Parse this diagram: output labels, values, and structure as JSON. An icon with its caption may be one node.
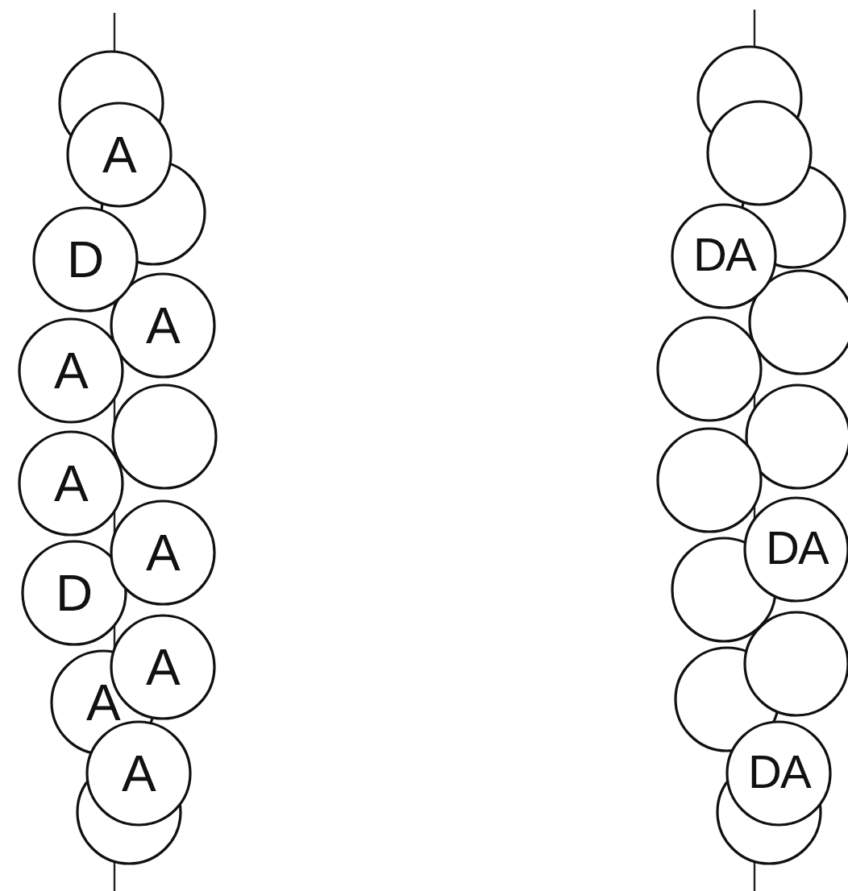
{
  "diagram": {
    "nodes": [
      {
        "text": [],
        "shape": "circle"
      },
      {
        "text": [
          "A"
        ]
      },
      {
        "text": [],
        "shape": "circle"
      },
      {
        "text": [
          "D"
        ]
      },
      {
        "text": [
          "A"
        ]
      },
      {
        "text": [
          "A"
        ]
      },
      {
        "text": [],
        "shape": "circle"
      },
      {
        "text": [
          "A"
        ]
      },
      {
        "text": [
          "A"
        ]
      },
      {
        "text": [
          "D"
        ]
      },
      {
        "text": [
          "A"
        ]
      },
      {
        "text": [
          "A"
        ]
      },
      {
        "text": [
          "A"
        ]
      },
      {
        "text": [],
        "shape": "circle"
      },
      {
        "text": [],
        "shape": "circle"
      },
      {
        "text": [],
        "shape": "circle"
      },
      {
        "text": [],
        "shape": "circle"
      },
      {
        "text": [
          "DA"
        ]
      },
      {
        "text": [],
        "shape": "circle"
      },
      {
        "text": [],
        "shape": "circle"
      },
      {
        "text": [],
        "shape": "circle"
      },
      {
        "text": [],
        "shape": "circle"
      },
      {
        "text": [
          "DA"
        ]
      },
      {
        "text": [],
        "shape": "circle"
      },
      {
        "text": [],
        "shape": "circle"
      },
      {
        "text": [],
        "shape": "circle"
      },
      {
        "text": [
          "DA"
        ]
      },
      {
        "text": [],
        "shape": "circle"
      }
    ]
  }
}
